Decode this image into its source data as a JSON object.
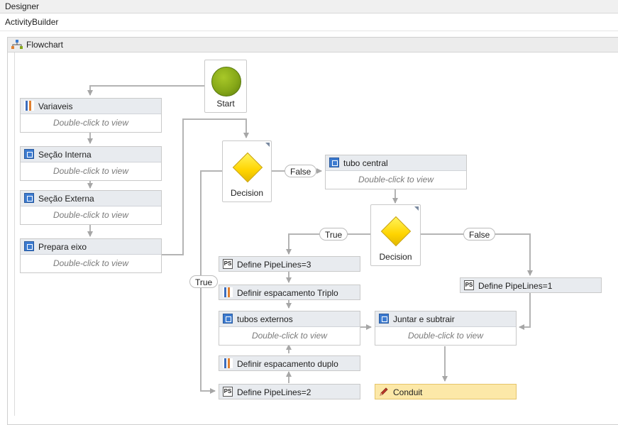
{
  "designer": {
    "title": "Designer",
    "root": "ActivityBuilder"
  },
  "flowchart": {
    "title": "Flowchart"
  },
  "start": {
    "label": "Start"
  },
  "decisions": [
    {
      "label": "Decision"
    },
    {
      "label": "Decision"
    }
  ],
  "activities": {
    "variaveis": {
      "title": "Variaveis",
      "hint": "Double-click to view"
    },
    "secao_interna": {
      "title": "Seção Interna",
      "hint": "Double-click to view"
    },
    "secao_externa": {
      "title": "Seção Externa",
      "hint": "Double-click to view"
    },
    "prepara_eixo": {
      "title": "Prepara eixo",
      "hint": "Double-click to view"
    },
    "tubo_central": {
      "title": "tubo central",
      "hint": "Double-click to view"
    },
    "define_pipelines_3": {
      "title": "Define PipeLines=3"
    },
    "definir_triplo": {
      "title": "Definir espacamento Triplo"
    },
    "tubos_externos": {
      "title": "tubos externos",
      "hint": "Double-click to view"
    },
    "definir_duplo": {
      "title": "Definir espacamento duplo"
    },
    "define_pipelines_2": {
      "title": "Define PipeLines=2"
    },
    "define_pipelines_1": {
      "title": "Define PipeLines=1"
    },
    "juntar": {
      "title": "Juntar e subtrair",
      "hint": "Double-click to view"
    },
    "conduit": {
      "title": "Conduit"
    }
  },
  "connectors": {
    "false1": "False",
    "true1": "True",
    "false2": "False",
    "true2": "True"
  },
  "colors": {
    "selected": "#fce8a8",
    "start": "#86a818",
    "decision": "#ffd400",
    "wire": "#a6a6a6"
  },
  "icons": [
    "flowchart-icon",
    "sequence-icon",
    "powershell-icon",
    "variable-icon",
    "pencil-icon"
  ]
}
